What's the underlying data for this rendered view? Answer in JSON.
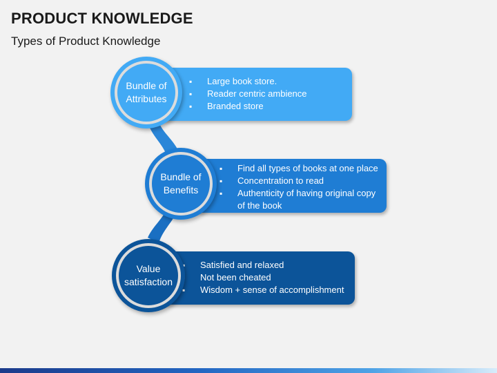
{
  "header": {
    "title": "PRODUCT KNOWLEDGE",
    "subtitle": "Types of Product Knowledge"
  },
  "stages": [
    {
      "label": "Bundle of Attributes",
      "color": "#42aaf5",
      "bullets": [
        "Large book store.",
        "Reader centric ambience",
        "Branded store"
      ]
    },
    {
      "label": "Bundle of Benefits",
      "color": "#1f7dd4",
      "bullets": [
        "Find all types of books at one place",
        "Concentration to read",
        "Authenticity of having original copy of the book"
      ]
    },
    {
      "label": "Value satisfaction",
      "color": "#0c5499",
      "bullets": [
        "Satisfied and relaxed",
        "Not been cheated",
        "Wisdom + sense of accomplishment"
      ]
    }
  ]
}
